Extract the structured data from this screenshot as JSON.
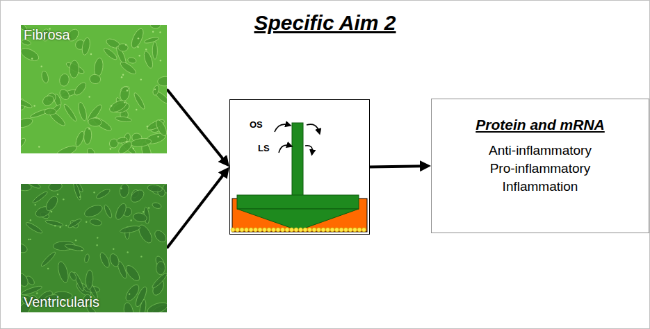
{
  "diagram": {
    "title": "Specific Aim 2",
    "nodes": [
      {
        "text": [
          "Fibrosa"
        ]
      },
      {
        "text": [
          "Ventricularis"
        ]
      },
      {
        "text": [
          "OS",
          "LS"
        ]
      },
      {
        "text": [
          "Protein and mRNA",
          "Anti-inflammatory",
          "Pro-inflammatory",
          "Inflammation"
        ]
      }
    ],
    "edges": [
      {
        "from": 0,
        "to": 2,
        "arrow": "to"
      },
      {
        "from": 1,
        "to": 2,
        "arrow": "to"
      },
      {
        "from": 2,
        "to": 3,
        "arrow": "to"
      }
    ]
  }
}
